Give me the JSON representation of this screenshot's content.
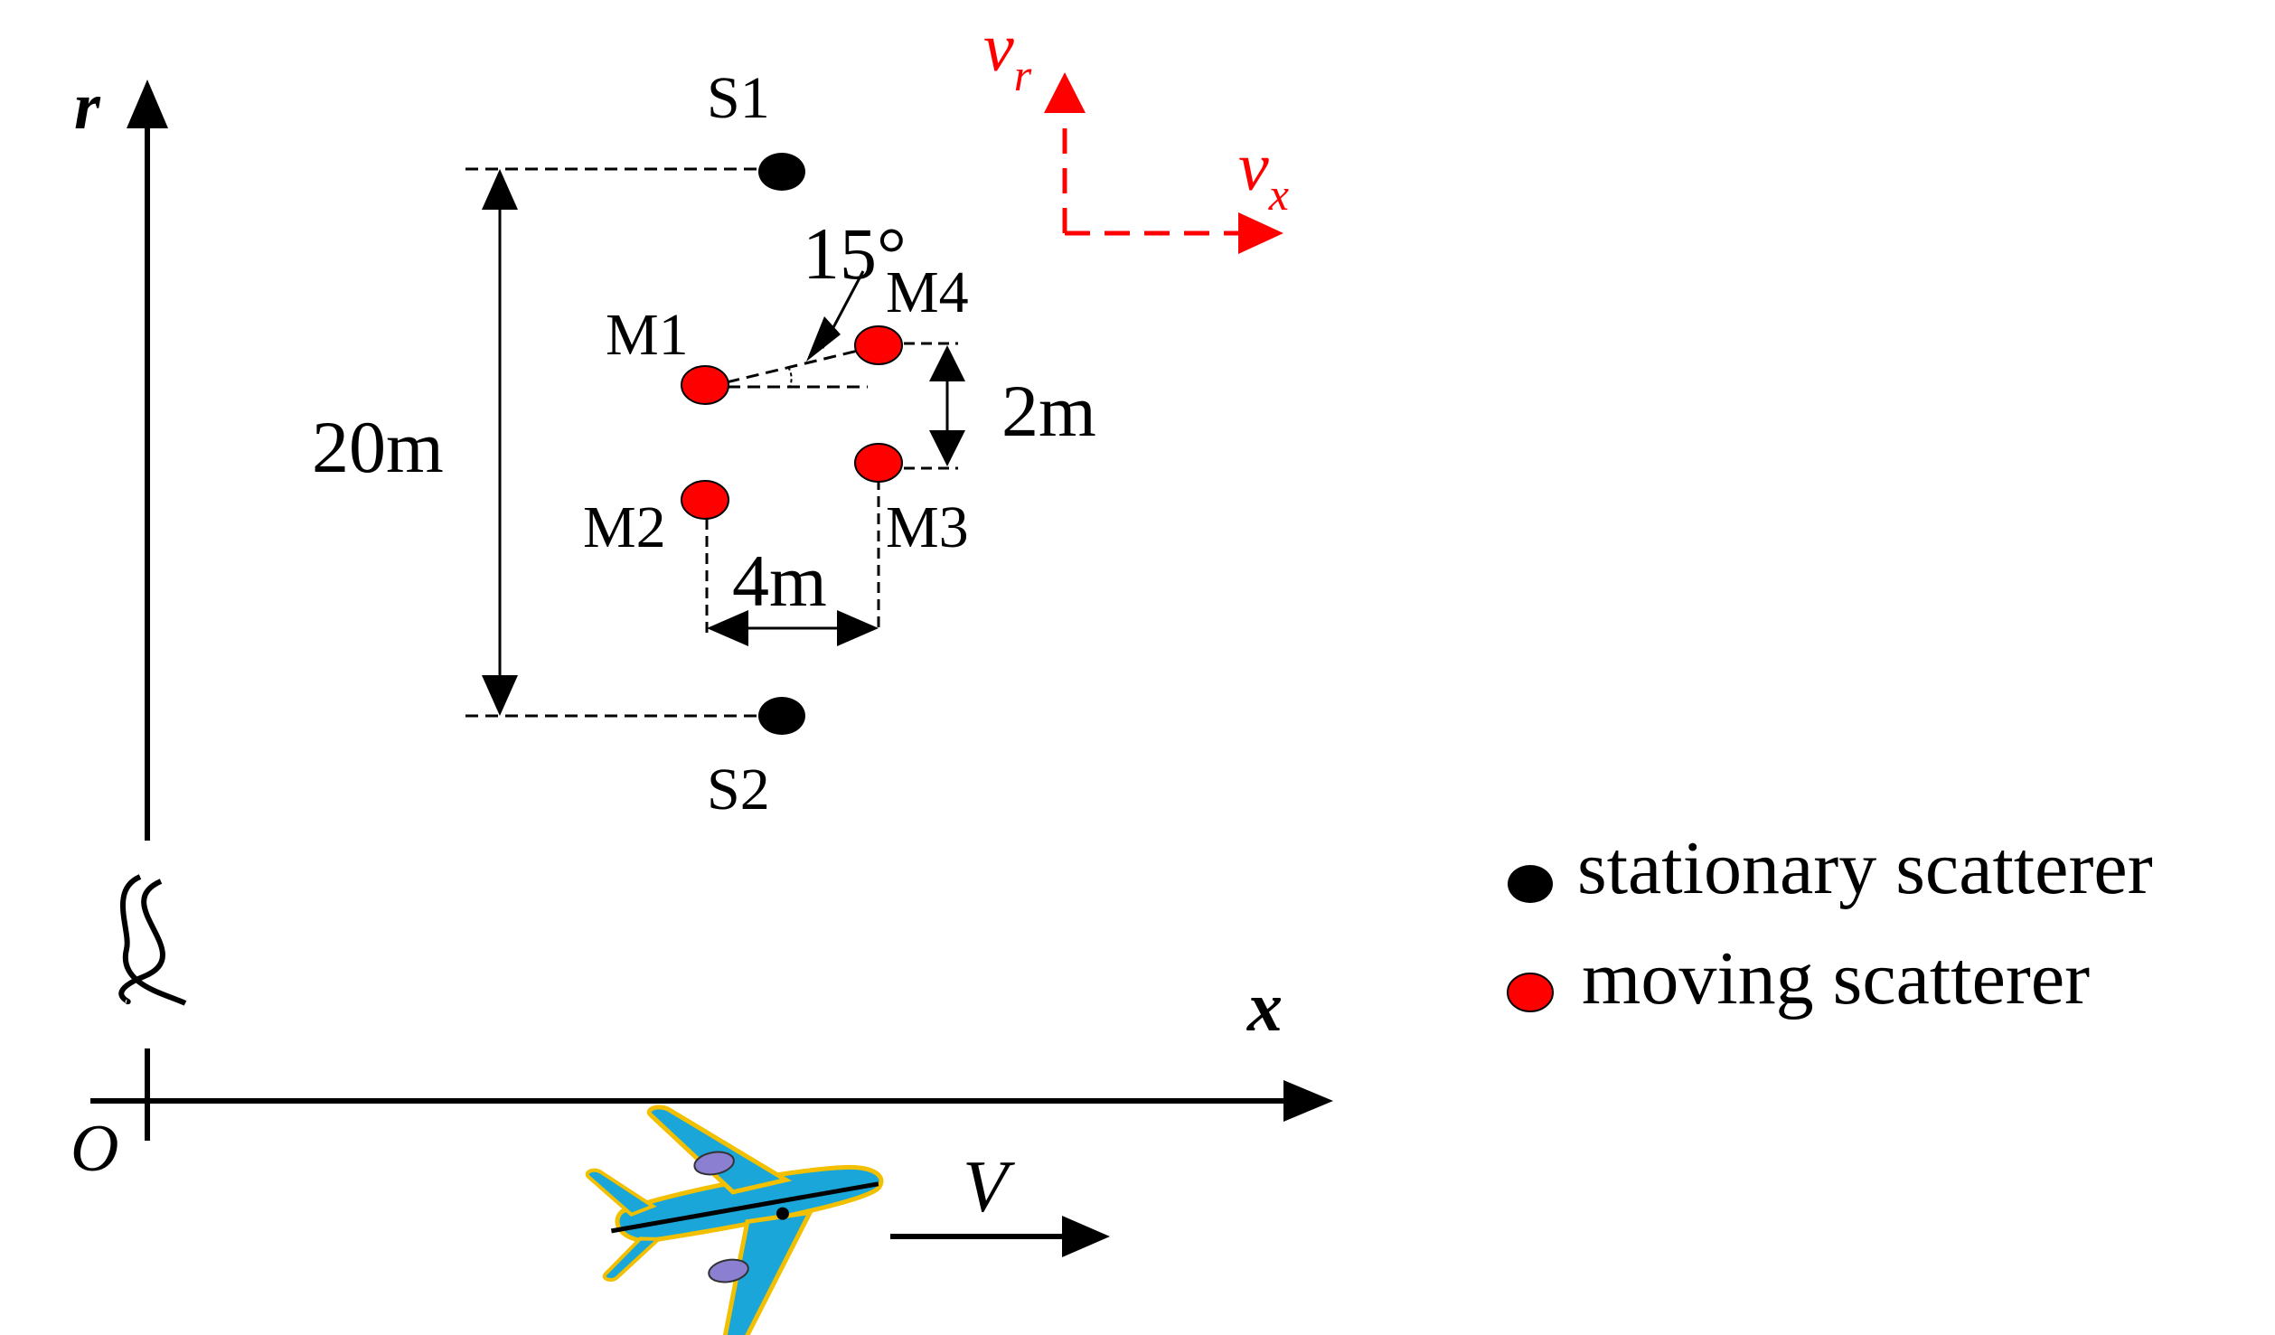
{
  "axes": {
    "r_label": "r",
    "x_label": "x",
    "origin_label": "O"
  },
  "scatterers": {
    "S1": "S1",
    "S2": "S2",
    "M1": "M1",
    "M2": "M2",
    "M3": "M3",
    "M4": "M4"
  },
  "dimensions": {
    "range_span": "20m",
    "moving_range_gap": "2m",
    "moving_azimuth_gap": "4m",
    "angle": "15°"
  },
  "velocity": {
    "vr_main": "v",
    "vr_sub": "r",
    "vx_main": "v",
    "vx_sub": "x",
    "platform": "V"
  },
  "legend": {
    "stationary": "stationary scatterer",
    "moving": "moving scatterer"
  },
  "colors": {
    "stationary": "#000000",
    "moving": "#ff0000",
    "velocity": "#ff0000",
    "airplane_body": "#1aa6d8",
    "airplane_trim": "#f2c000"
  }
}
